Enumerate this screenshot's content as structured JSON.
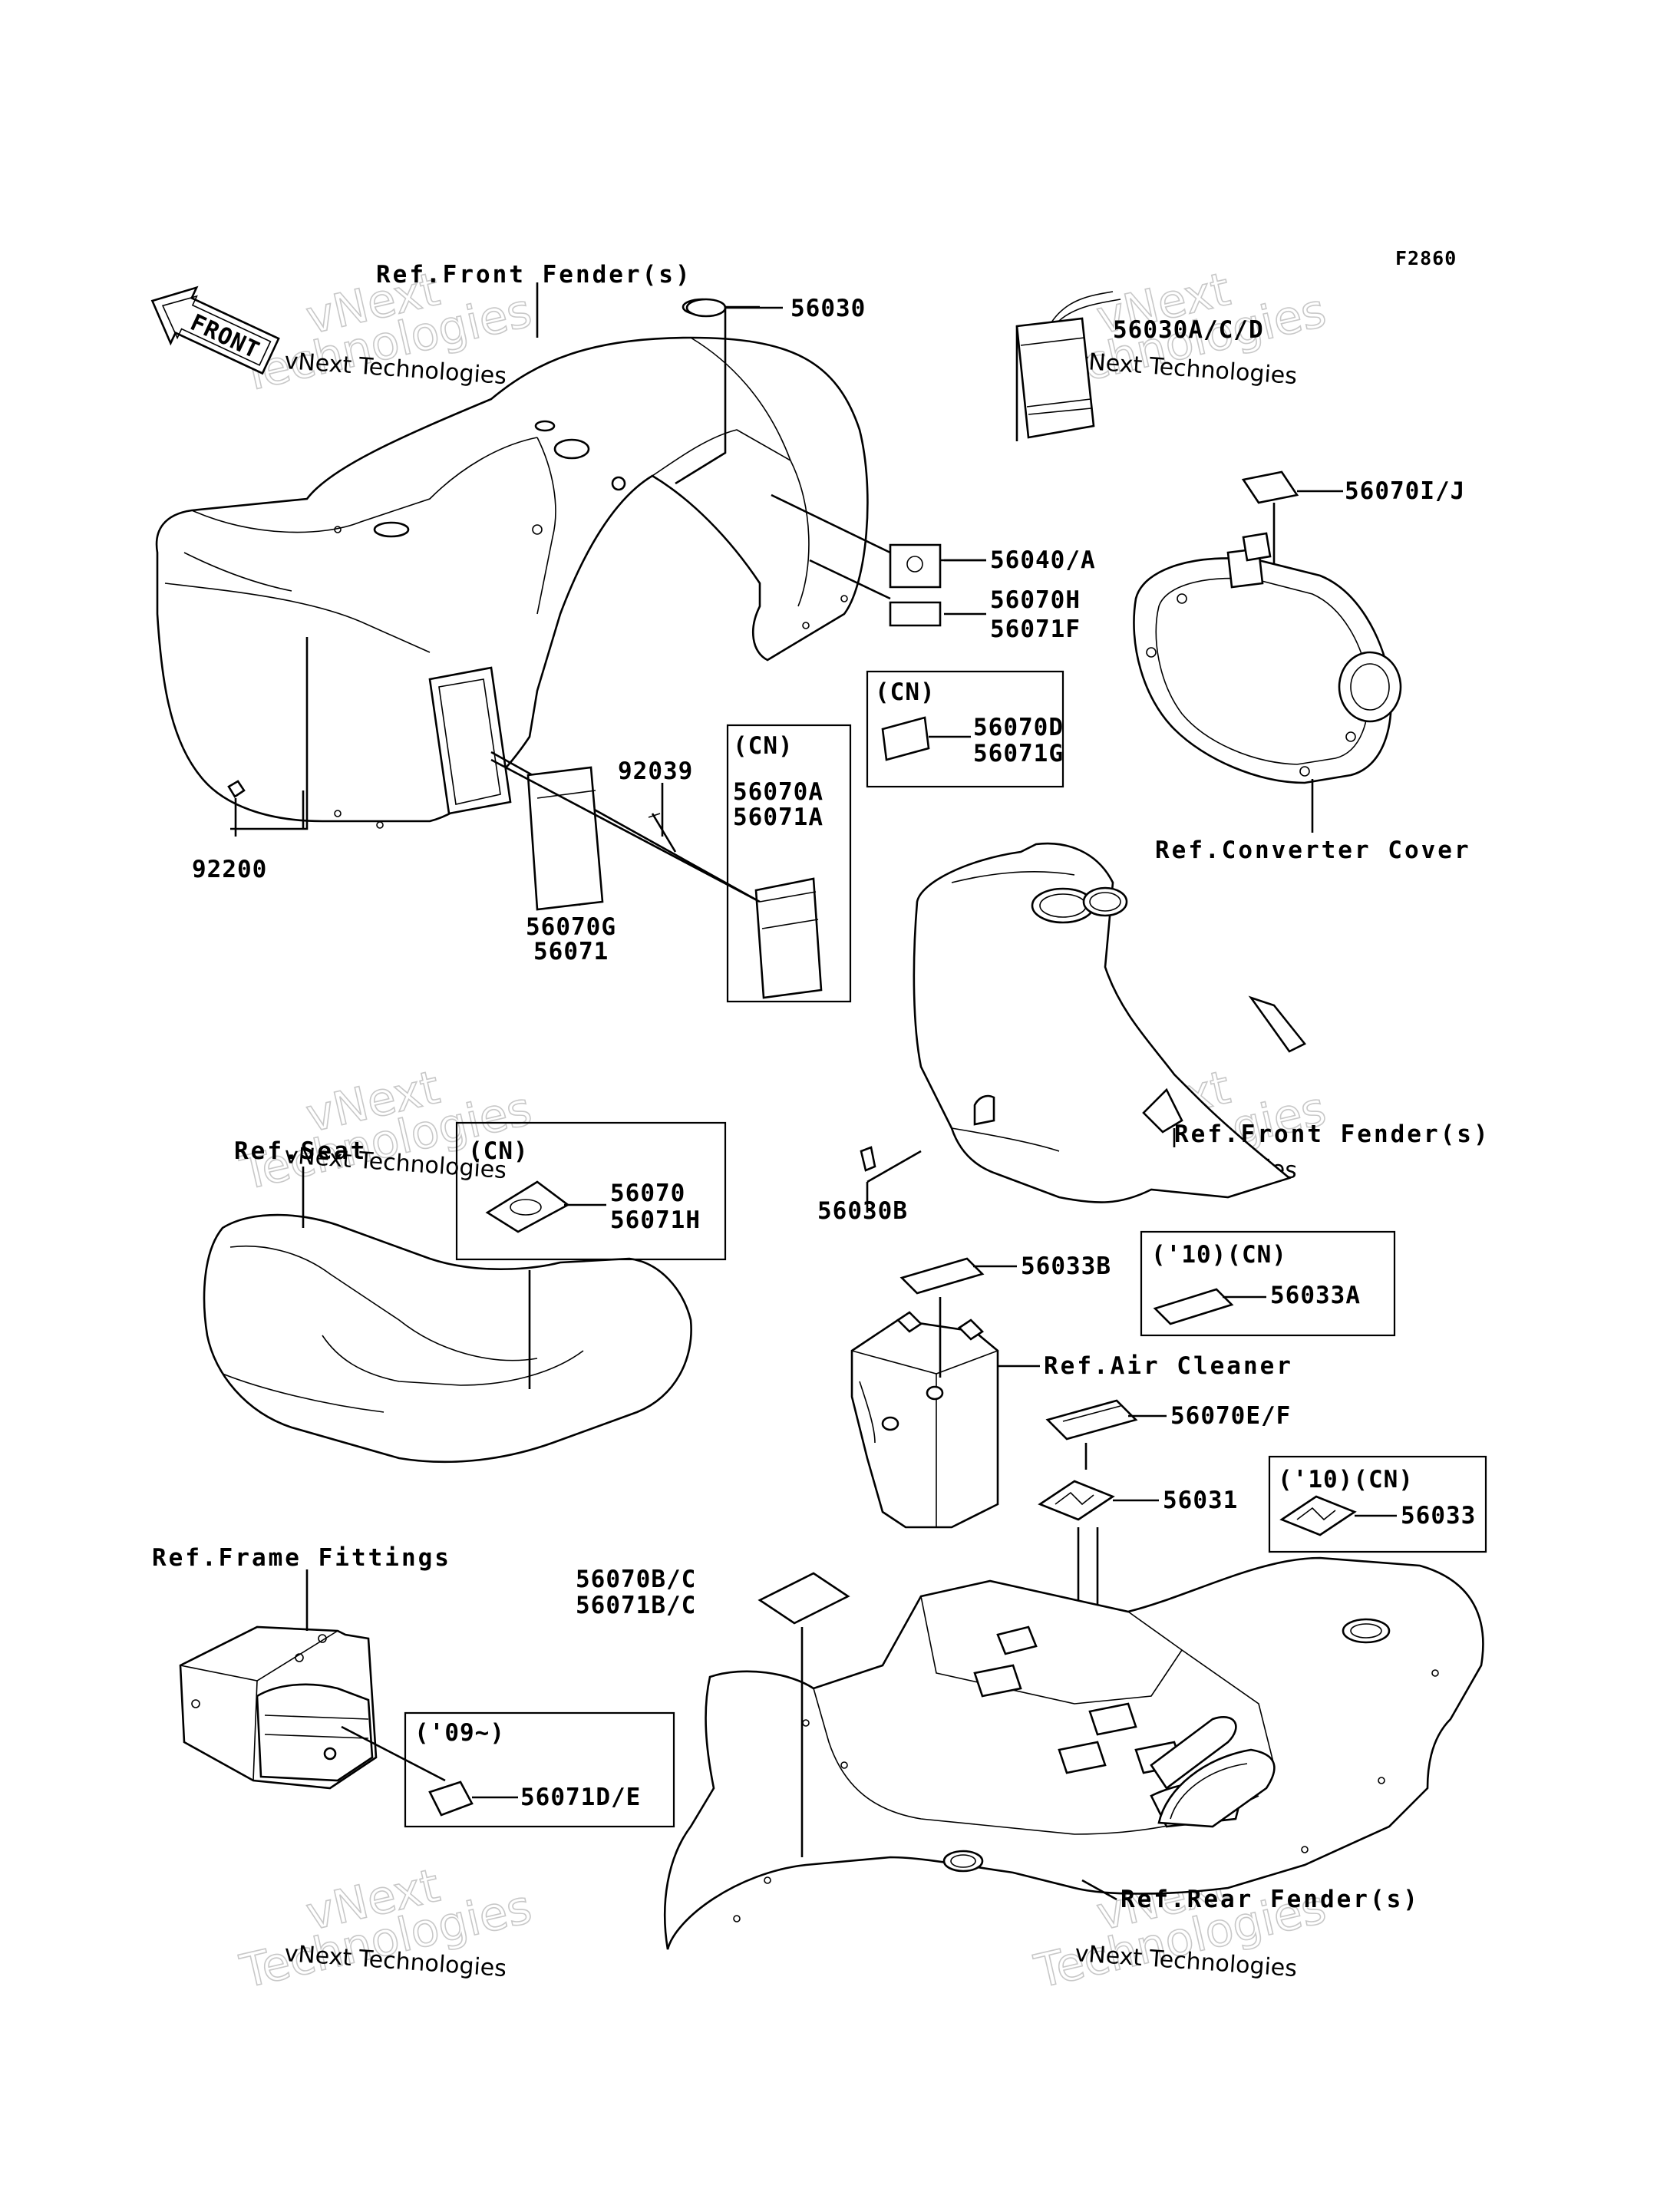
{
  "figure_code": "F2860",
  "front_arrow": "FRONT",
  "watermark": {
    "line1": "vNext Technologies",
    "line2": "Technologies"
  },
  "refs": {
    "front_fender_top": "Ref.Front Fender(s)",
    "converter_cover": "Ref.Converter Cover",
    "front_fender_mid": "Ref.Front Fender(s)",
    "seat": "Ref.Seat",
    "air_cleaner": "Ref.Air Cleaner",
    "frame_fittings": "Ref.Frame Fittings",
    "rear_fender": "Ref.Rear Fender(s)"
  },
  "parts": {
    "p56030": "56030",
    "p56030acd": "56030A/C/D",
    "p56070ij": "56070I/J",
    "p56040a": "56040/A",
    "p56070h": "56070H",
    "p56071f": "56071F",
    "p56070d": "56070D",
    "p56071g": "56071G",
    "p92039": "92039",
    "p56070a": "56070A",
    "p56071a": "56071A",
    "p92200": "92200",
    "p56070g": "56070G",
    "p56071": "56071",
    "p56070": "56070",
    "p56071h": "56071H",
    "p56030b": "56030B",
    "p56033b": "56033B",
    "p56033a": "56033A",
    "p56070ef": "56070E/F",
    "p56031": "56031",
    "p56033": "56033",
    "p56070bc": "56070B/C",
    "p56071bc": "56071B/C",
    "p56071de": "56071D/E"
  },
  "groups": {
    "cn_56070a": "(CN)",
    "cn_56070d": "(CN)",
    "cn_56070": "(CN)",
    "cn10_56033a": "('10)(CN)",
    "cn10_56033": "('10)(CN)",
    "y09_56071de": "('09~)"
  }
}
